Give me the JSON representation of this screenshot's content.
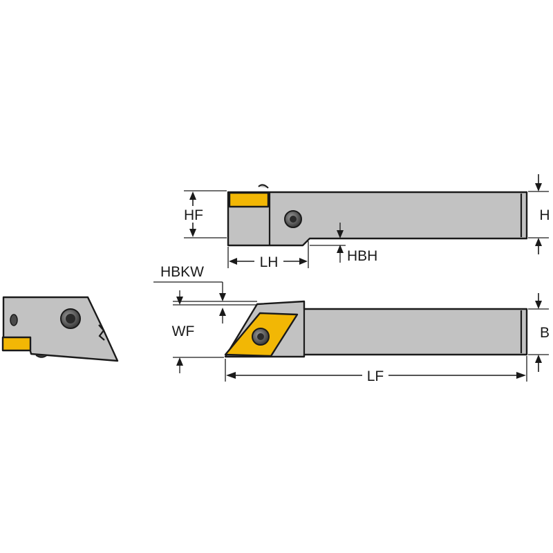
{
  "colors": {
    "steel": "#c2c2c2",
    "insert": "#f2b705",
    "line": "#1a1a1a",
    "background": "#ffffff"
  },
  "labels": {
    "hf": "HF",
    "h": "H",
    "lh": "LH",
    "hbh": "HBH",
    "hbkw": "HBKW",
    "wf": "WF",
    "b": "B",
    "lf": "LF"
  },
  "icons": {
    "screw": "clamp-screw-icon",
    "insert": "carbide-insert-icon"
  }
}
